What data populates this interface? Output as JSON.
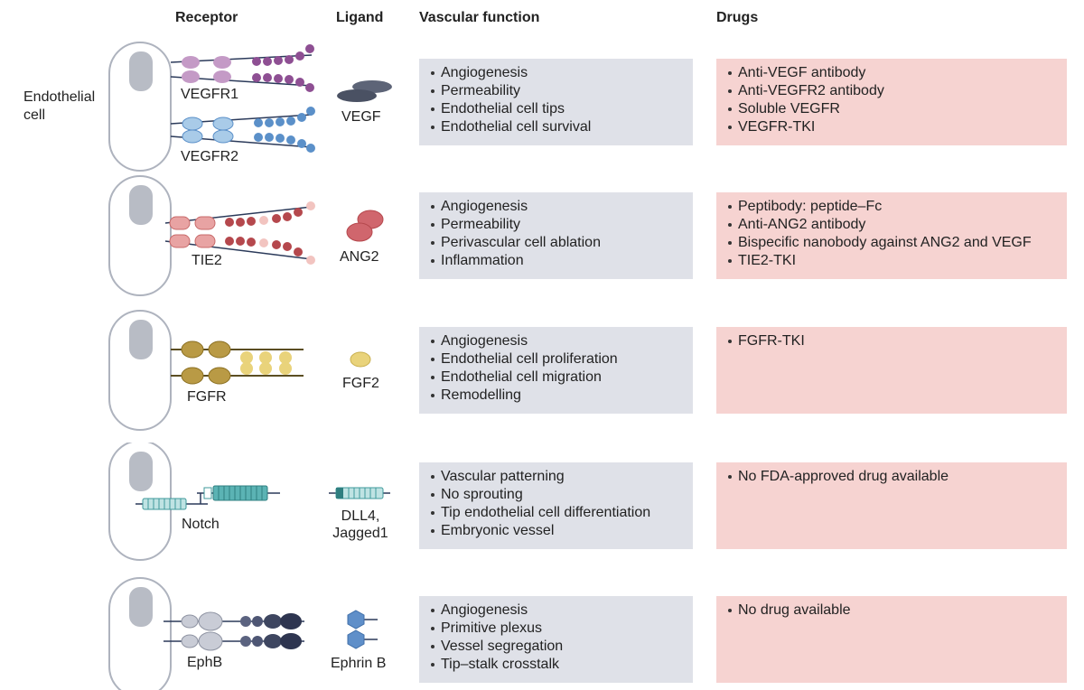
{
  "headers": {
    "receptor": "Receptor",
    "ligand": "Ligand",
    "vascular_function": "Vascular function",
    "drugs": "Drugs"
  },
  "cell_label": "Endothelial cell",
  "rows": [
    {
      "receptors": [
        "VEGFR1",
        "VEGFR2"
      ],
      "ligand": "VEGF",
      "functions": [
        "Angiogenesis",
        "Permeability",
        "Endothelial cell tips",
        "Endothelial cell survival"
      ],
      "drugs": [
        "Anti-VEGF antibody",
        "Anti-VEGFR2 antibody",
        "Soluble VEGFR",
        "VEGFR-TKI"
      ]
    },
    {
      "receptors": [
        "TIE2"
      ],
      "ligand": "ANG2",
      "functions": [
        "Angiogenesis",
        "Permeability",
        "Perivascular cell ablation",
        "Inflammation"
      ],
      "drugs": [
        "Peptibody: peptide–Fc",
        "Anti-ANG2 antibody",
        "Bispecific nanobody against ANG2 and VEGF",
        "TIE2-TKI"
      ]
    },
    {
      "receptors": [
        "FGFR"
      ],
      "ligand": "FGF2",
      "functions": [
        "Angiogenesis",
        "Endothelial cell proliferation",
        "Endothelial cell migration",
        "Remodelling"
      ],
      "drugs": [
        "FGFR-TKI"
      ]
    },
    {
      "receptors": [
        "Notch"
      ],
      "ligand": "DLL4, Jagged1",
      "ligand_lines": [
        "DLL4,",
        "Jagged1"
      ],
      "functions": [
        "Vascular patterning",
        "No sprouting",
        "Tip endothelial cell differentiation",
        "Embryonic vessel"
      ],
      "drugs": [
        "No FDA-approved drug available"
      ]
    },
    {
      "receptors": [
        "EphB"
      ],
      "ligand": "Ephrin B",
      "functions": [
        "Angiogenesis",
        "Primitive plexus",
        "Vessel segregation",
        "Tip–stalk crosstalk"
      ],
      "drugs": [
        "No drug available"
      ]
    }
  ],
  "colors": {
    "function_box": "#dfe1e8",
    "drug_box": "#f6d3d1",
    "vegfr1": "#c49ac6",
    "vegfr1_dark": "#8e4f93",
    "vegfr2": "#a9cbe8",
    "vegfr2_dark": "#5b90c9",
    "vegf": "#5d6477",
    "tie2": "#e8a3a3",
    "tie2_dark": "#b5484d",
    "ang2": "#d0666d",
    "fgfr": "#b99a45",
    "fgf2": "#e9d37b",
    "notch": "#5bb3b4",
    "ephb": "#c9ccd6",
    "ephb_dark": "#3e4660",
    "ephrin": "#5f8fc9",
    "membrane": "#2b3a5a"
  }
}
